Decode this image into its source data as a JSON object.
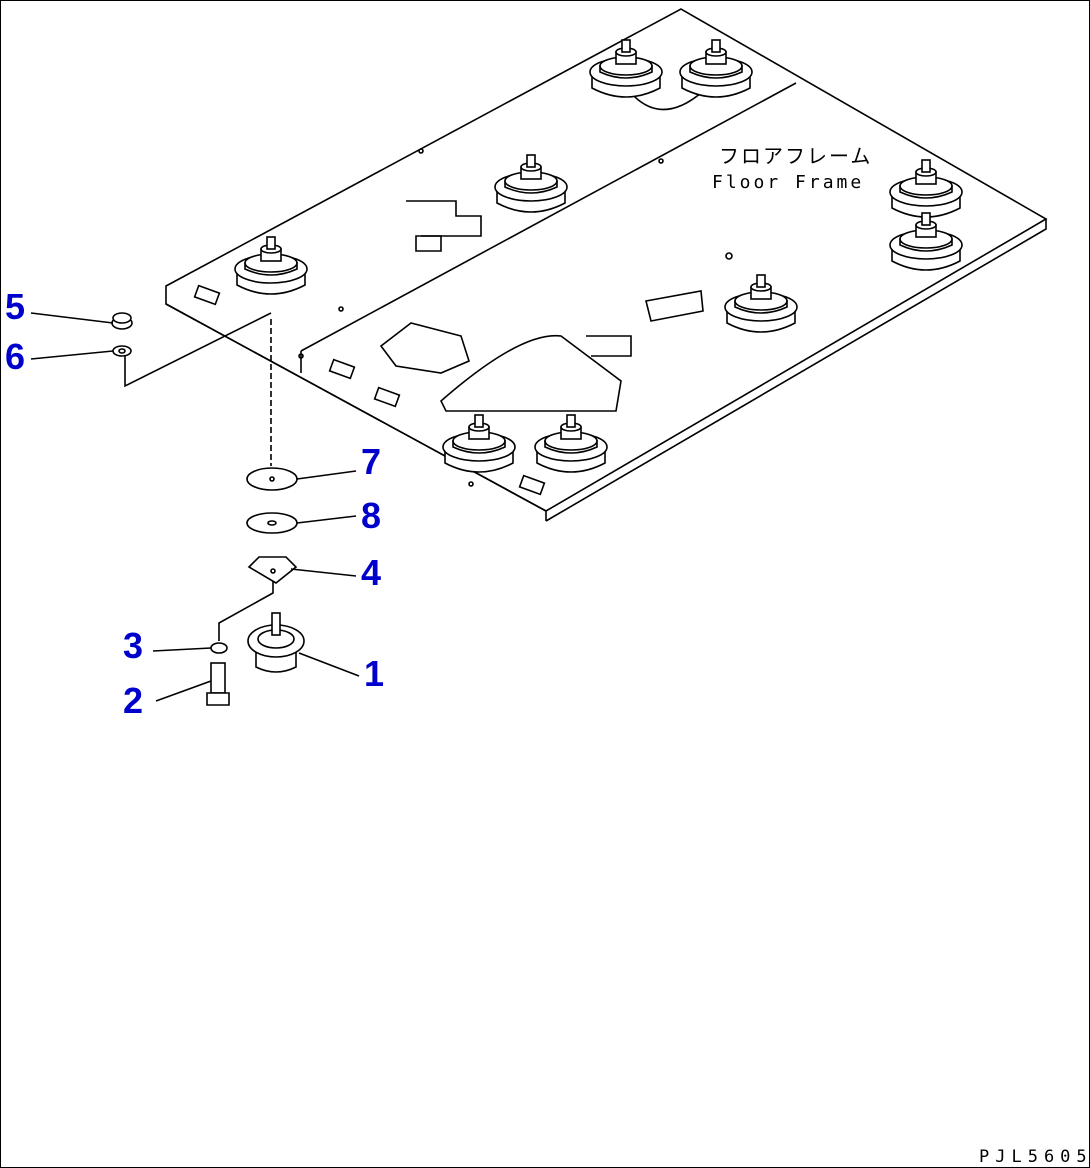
{
  "frame_label": {
    "jp": "フロアフレーム",
    "en": "Floor Frame"
  },
  "drawing_code": "PJL5605",
  "callouts": [
    {
      "id": "5",
      "label": "5"
    },
    {
      "id": "6",
      "label": "6"
    },
    {
      "id": "7",
      "label": "7"
    },
    {
      "id": "8",
      "label": "8"
    },
    {
      "id": "4",
      "label": "4"
    },
    {
      "id": "3",
      "label": "3"
    },
    {
      "id": "1",
      "label": "1"
    },
    {
      "id": "2",
      "label": "2"
    }
  ],
  "colors": {
    "callout": "#0000cc",
    "line": "#000000",
    "background": "#ffffff"
  }
}
